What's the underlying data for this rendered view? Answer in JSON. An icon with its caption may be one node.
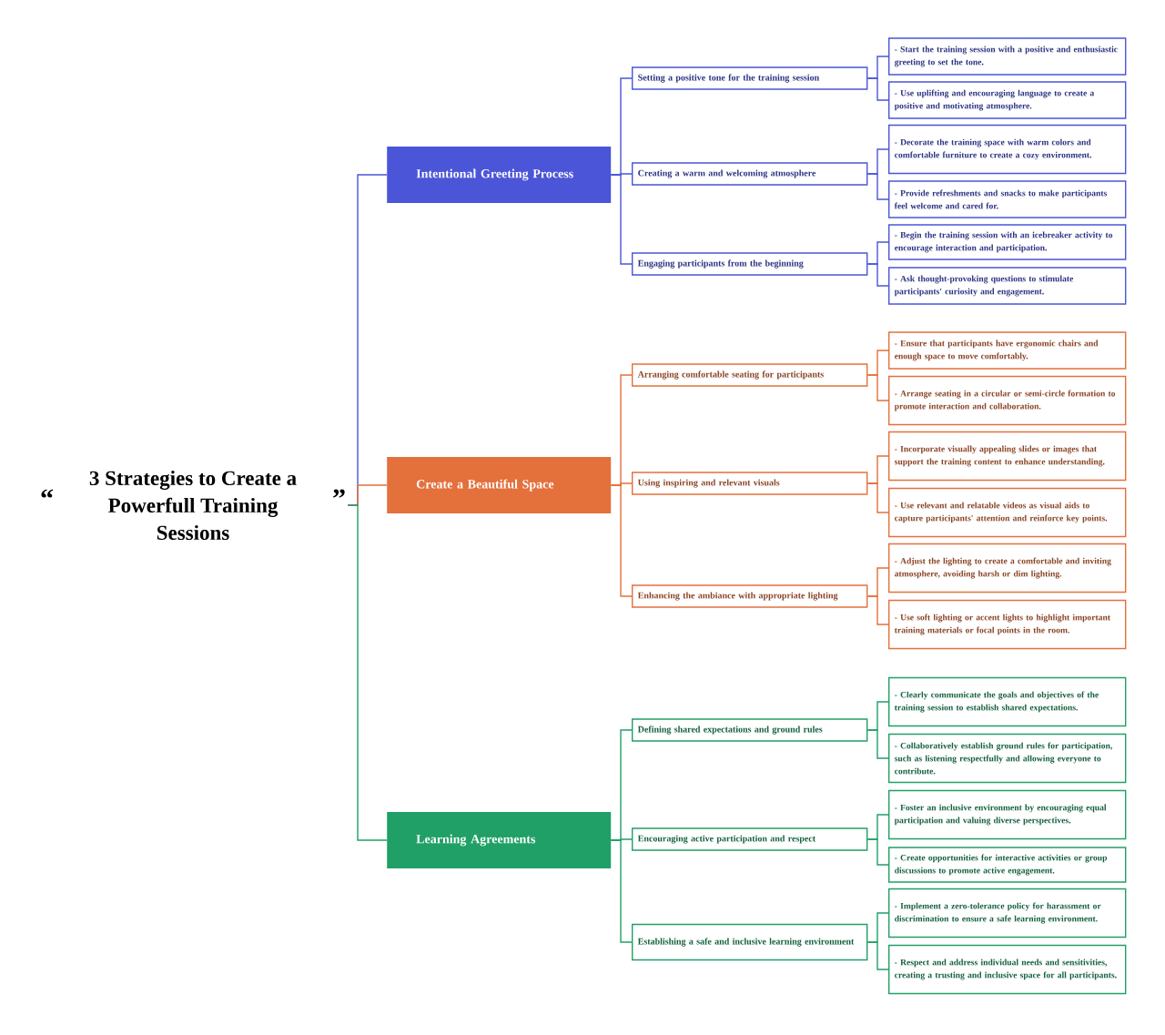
{
  "diagram": {
    "nodes": [
      {
        "text": [
          "“",
          "3 Strategies to Create a Powerfull Training Sessions",
          "”"
        ]
      },
      {
        "text": [
          "Intentional Greeting Process"
        ]
      },
      {
        "text": [
          "Setting a positive tone for the training session"
        ]
      },
      {
        "text": [
          "- Start the training session with a positive and enthusiastic greeting to set the tone."
        ]
      },
      {
        "text": [
          "- Use uplifting and encouraging language to create a positive and motivating atmosphere."
        ]
      },
      {
        "text": [
          "Creating a warm and welcoming atmosphere"
        ]
      },
      {
        "text": [
          "- Decorate the training space with warm colors and comfortable furniture to create a cozy environment."
        ]
      },
      {
        "text": [
          "- Provide refreshments and snacks to make participants feel welcome and cared for."
        ]
      },
      {
        "text": [
          "Engaging participants from the beginning"
        ]
      },
      {
        "text": [
          "- Begin the training session with an icebreaker activity to encourage interaction and participation."
        ]
      },
      {
        "text": [
          "- Ask thought-provoking questions to stimulate participants' curiosity and engagement."
        ]
      },
      {
        "text": [
          "Create a Beautiful Space"
        ]
      },
      {
        "text": [
          "Arranging comfortable seating for participants"
        ]
      },
      {
        "text": [
          "- Ensure that participants have ergonomic chairs and enough space to move comfortably."
        ]
      },
      {
        "text": [
          "- Arrange seating in a circular or semi-circle formation to promote interaction and collaboration."
        ]
      },
      {
        "text": [
          "Using inspiring and relevant visuals"
        ]
      },
      {
        "text": [
          "- Incorporate visually appealing slides or images that support the training content to enhance understanding."
        ]
      },
      {
        "text": [
          "- Use relevant and relatable videos as visual aids to capture participants' attention and reinforce key points."
        ]
      },
      {
        "text": [
          "Enhancing the ambiance with appropriate lighting"
        ]
      },
      {
        "text": [
          "- Adjust the lighting to create a comfortable and inviting atmosphere, avoiding harsh or dim lighting."
        ]
      },
      {
        "text": [
          "- Use soft lighting or accent lights to highlight important training materials or focal points in the room."
        ]
      },
      {
        "text": [
          "Learning Agreements"
        ]
      },
      {
        "text": [
          "Defining shared expectations and ground rules"
        ]
      },
      {
        "text": [
          "- Clearly communicate the goals and objectives of the training session to establish shared expectations."
        ]
      },
      {
        "text": [
          "- Collaboratively establish ground rules for participation, such as listening respectfully and allowing everyone to contribute."
        ]
      },
      {
        "text": [
          "Encouraging active participation and respect"
        ]
      },
      {
        "text": [
          "- Foster an inclusive environment by encouraging equal participation and valuing diverse perspectives."
        ]
      },
      {
        "text": [
          "- Create opportunities for interactive activities or group discussions to promote active engagement."
        ]
      },
      {
        "text": [
          "Establishing a safe and inclusive learning environment"
        ]
      },
      {
        "text": [
          "- Implement a zero-tolerance policy for harassment or discrimination to ensure a safe learning environment."
        ]
      },
      {
        "text": [
          "- Respect and address individual needs and sensitivities, creating a trusting and inclusive space for all participants."
        ]
      }
    ],
    "edges": [
      {
        "from": 0,
        "to": 1,
        "arrow": "none",
        "color": "#4a55d8"
      },
      {
        "from": 1,
        "to": 2,
        "arrow": "none",
        "color": "#4a55d8"
      },
      {
        "from": 2,
        "to": 3,
        "arrow": "none",
        "color": "#4a55d8"
      },
      {
        "from": 2,
        "to": 4,
        "arrow": "none",
        "color": "#4a55d8"
      },
      {
        "from": 1,
        "to": 5,
        "arrow": "none",
        "color": "#4a55d8"
      },
      {
        "from": 5,
        "to": 6,
        "arrow": "none",
        "color": "#4a55d8"
      },
      {
        "from": 5,
        "to": 7,
        "arrow": "none",
        "color": "#4a55d8"
      },
      {
        "from": 1,
        "to": 8,
        "arrow": "none",
        "color": "#4a55d8"
      },
      {
        "from": 8,
        "to": 9,
        "arrow": "none",
        "color": "#4a55d8"
      },
      {
        "from": 8,
        "to": 10,
        "arrow": "none",
        "color": "#4a55d8"
      },
      {
        "from": 0,
        "to": 11,
        "arrow": "none",
        "color": "#e4703c"
      },
      {
        "from": 11,
        "to": 12,
        "arrow": "none",
        "color": "#e4703c"
      },
      {
        "from": 12,
        "to": 13,
        "arrow": "none",
        "color": "#e4703c"
      },
      {
        "from": 12,
        "to": 14,
        "arrow": "none",
        "color": "#e4703c"
      },
      {
        "from": 11,
        "to": 15,
        "arrow": "none",
        "color": "#e4703c"
      },
      {
        "from": 15,
        "to": 16,
        "arrow": "none",
        "color": "#e4703c"
      },
      {
        "from": 15,
        "to": 17,
        "arrow": "none",
        "color": "#e4703c"
      },
      {
        "from": 11,
        "to": 18,
        "arrow": "none",
        "color": "#e4703c"
      },
      {
        "from": 18,
        "to": 19,
        "arrow": "none",
        "color": "#e4703c"
      },
      {
        "from": 18,
        "to": 20,
        "arrow": "none",
        "color": "#e4703c"
      },
      {
        "from": 0,
        "to": 21,
        "arrow": "none",
        "color": "#20a066"
      },
      {
        "from": 21,
        "to": 22,
        "arrow": "none",
        "color": "#20a066"
      },
      {
        "from": 22,
        "to": 23,
        "arrow": "none",
        "color": "#20a066"
      },
      {
        "from": 22,
        "to": 24,
        "arrow": "none",
        "color": "#20a066"
      },
      {
        "from": 21,
        "to": 25,
        "arrow": "none",
        "color": "#20a066"
      },
      {
        "from": 25,
        "to": 26,
        "arrow": "none",
        "color": "#20a066"
      },
      {
        "from": 25,
        "to": 27,
        "arrow": "none",
        "color": "#20a066"
      },
      {
        "from": 21,
        "to": 28,
        "arrow": "none",
        "color": "#20a066"
      },
      {
        "from": 28,
        "to": 29,
        "arrow": "none",
        "color": "#20a066"
      },
      {
        "from": 28,
        "to": 30,
        "arrow": "none",
        "color": "#20a066"
      }
    ]
  }
}
